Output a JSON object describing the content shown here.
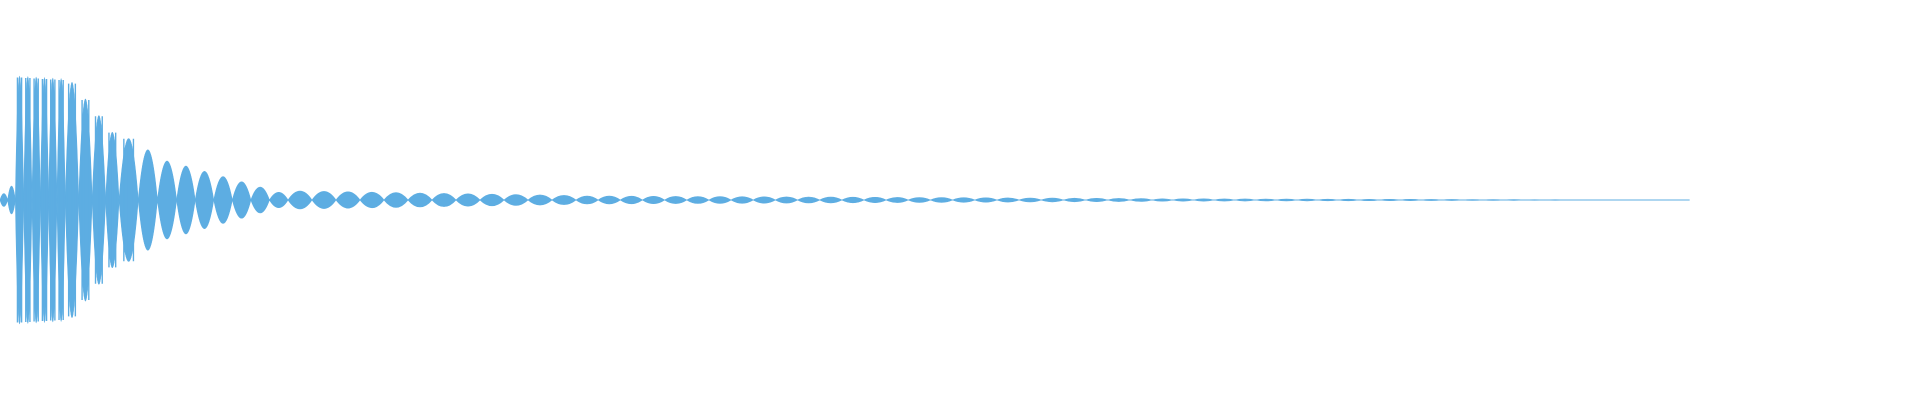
{
  "waveform": {
    "label": "",
    "color": "#5dade2",
    "background": "#ffffff",
    "shape": "decaying-beating-envelope",
    "envelope": {
      "peak_amplitude": 1.0,
      "segments": [
        {
          "start": 0.0,
          "end": 0.008,
          "amplitude_start": 0.06,
          "amplitude_end": 0.12,
          "lobe_count": 2
        },
        {
          "start": 0.008,
          "end": 0.034,
          "amplitude_start": 1.0,
          "amplitude_end": 0.98,
          "lobe_count": 6
        },
        {
          "start": 0.034,
          "end": 0.062,
          "amplitude_start": 0.95,
          "amplitude_end": 0.55,
          "lobe_count": 4
        },
        {
          "start": 0.062,
          "end": 0.092,
          "amplitude_start": 0.5,
          "amplitude_end": 0.32,
          "lobe_count": 3
        },
        {
          "start": 0.092,
          "end": 0.15,
          "amplitude_start": 0.28,
          "amplitude_end": 0.07,
          "lobe_count": 6
        },
        {
          "start": 0.15,
          "end": 0.3,
          "amplitude_start": 0.08,
          "amplitude_end": 0.045,
          "lobe_count": 12
        },
        {
          "start": 0.3,
          "end": 0.6,
          "amplitude_start": 0.04,
          "amplitude_end": 0.02,
          "lobe_count": 26
        },
        {
          "start": 0.6,
          "end": 0.88,
          "amplitude_start": 0.018,
          "amplitude_end": 0.008,
          "lobe_count": 26
        }
      ]
    }
  }
}
